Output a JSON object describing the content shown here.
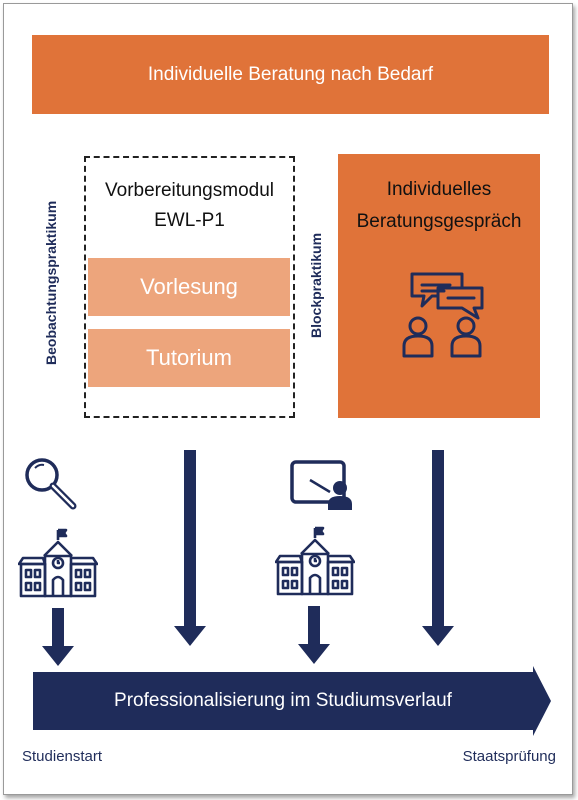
{
  "top_banner": {
    "label": "Individuelle Beratung nach Bedarf"
  },
  "vertical_labels": {
    "left": "Beobachtungspraktikum",
    "middle": "Blockpraktikum"
  },
  "module": {
    "title_line1": "Vorbereitungsmodul",
    "title_line2": "EWL-P1",
    "items": [
      "Vorlesung",
      "Tutorium"
    ]
  },
  "advice": {
    "title_line1": "Individuelles",
    "title_line2": "Beratungsgespräch"
  },
  "timeline": {
    "label": "Professionalisierung im Studiumsverlauf",
    "start": "Studienstart",
    "end": "Staatsprüfung"
  },
  "icons": {
    "magnifier": "search-icon",
    "school": "school-building-icon",
    "teacher": "teacher-board-icon",
    "consultation": "conversation-people-icon",
    "arrow": "arrow-down-icon"
  },
  "colors": {
    "orange": "#e07339",
    "light_orange": "#eda57c",
    "navy": "#1f2c5a"
  }
}
